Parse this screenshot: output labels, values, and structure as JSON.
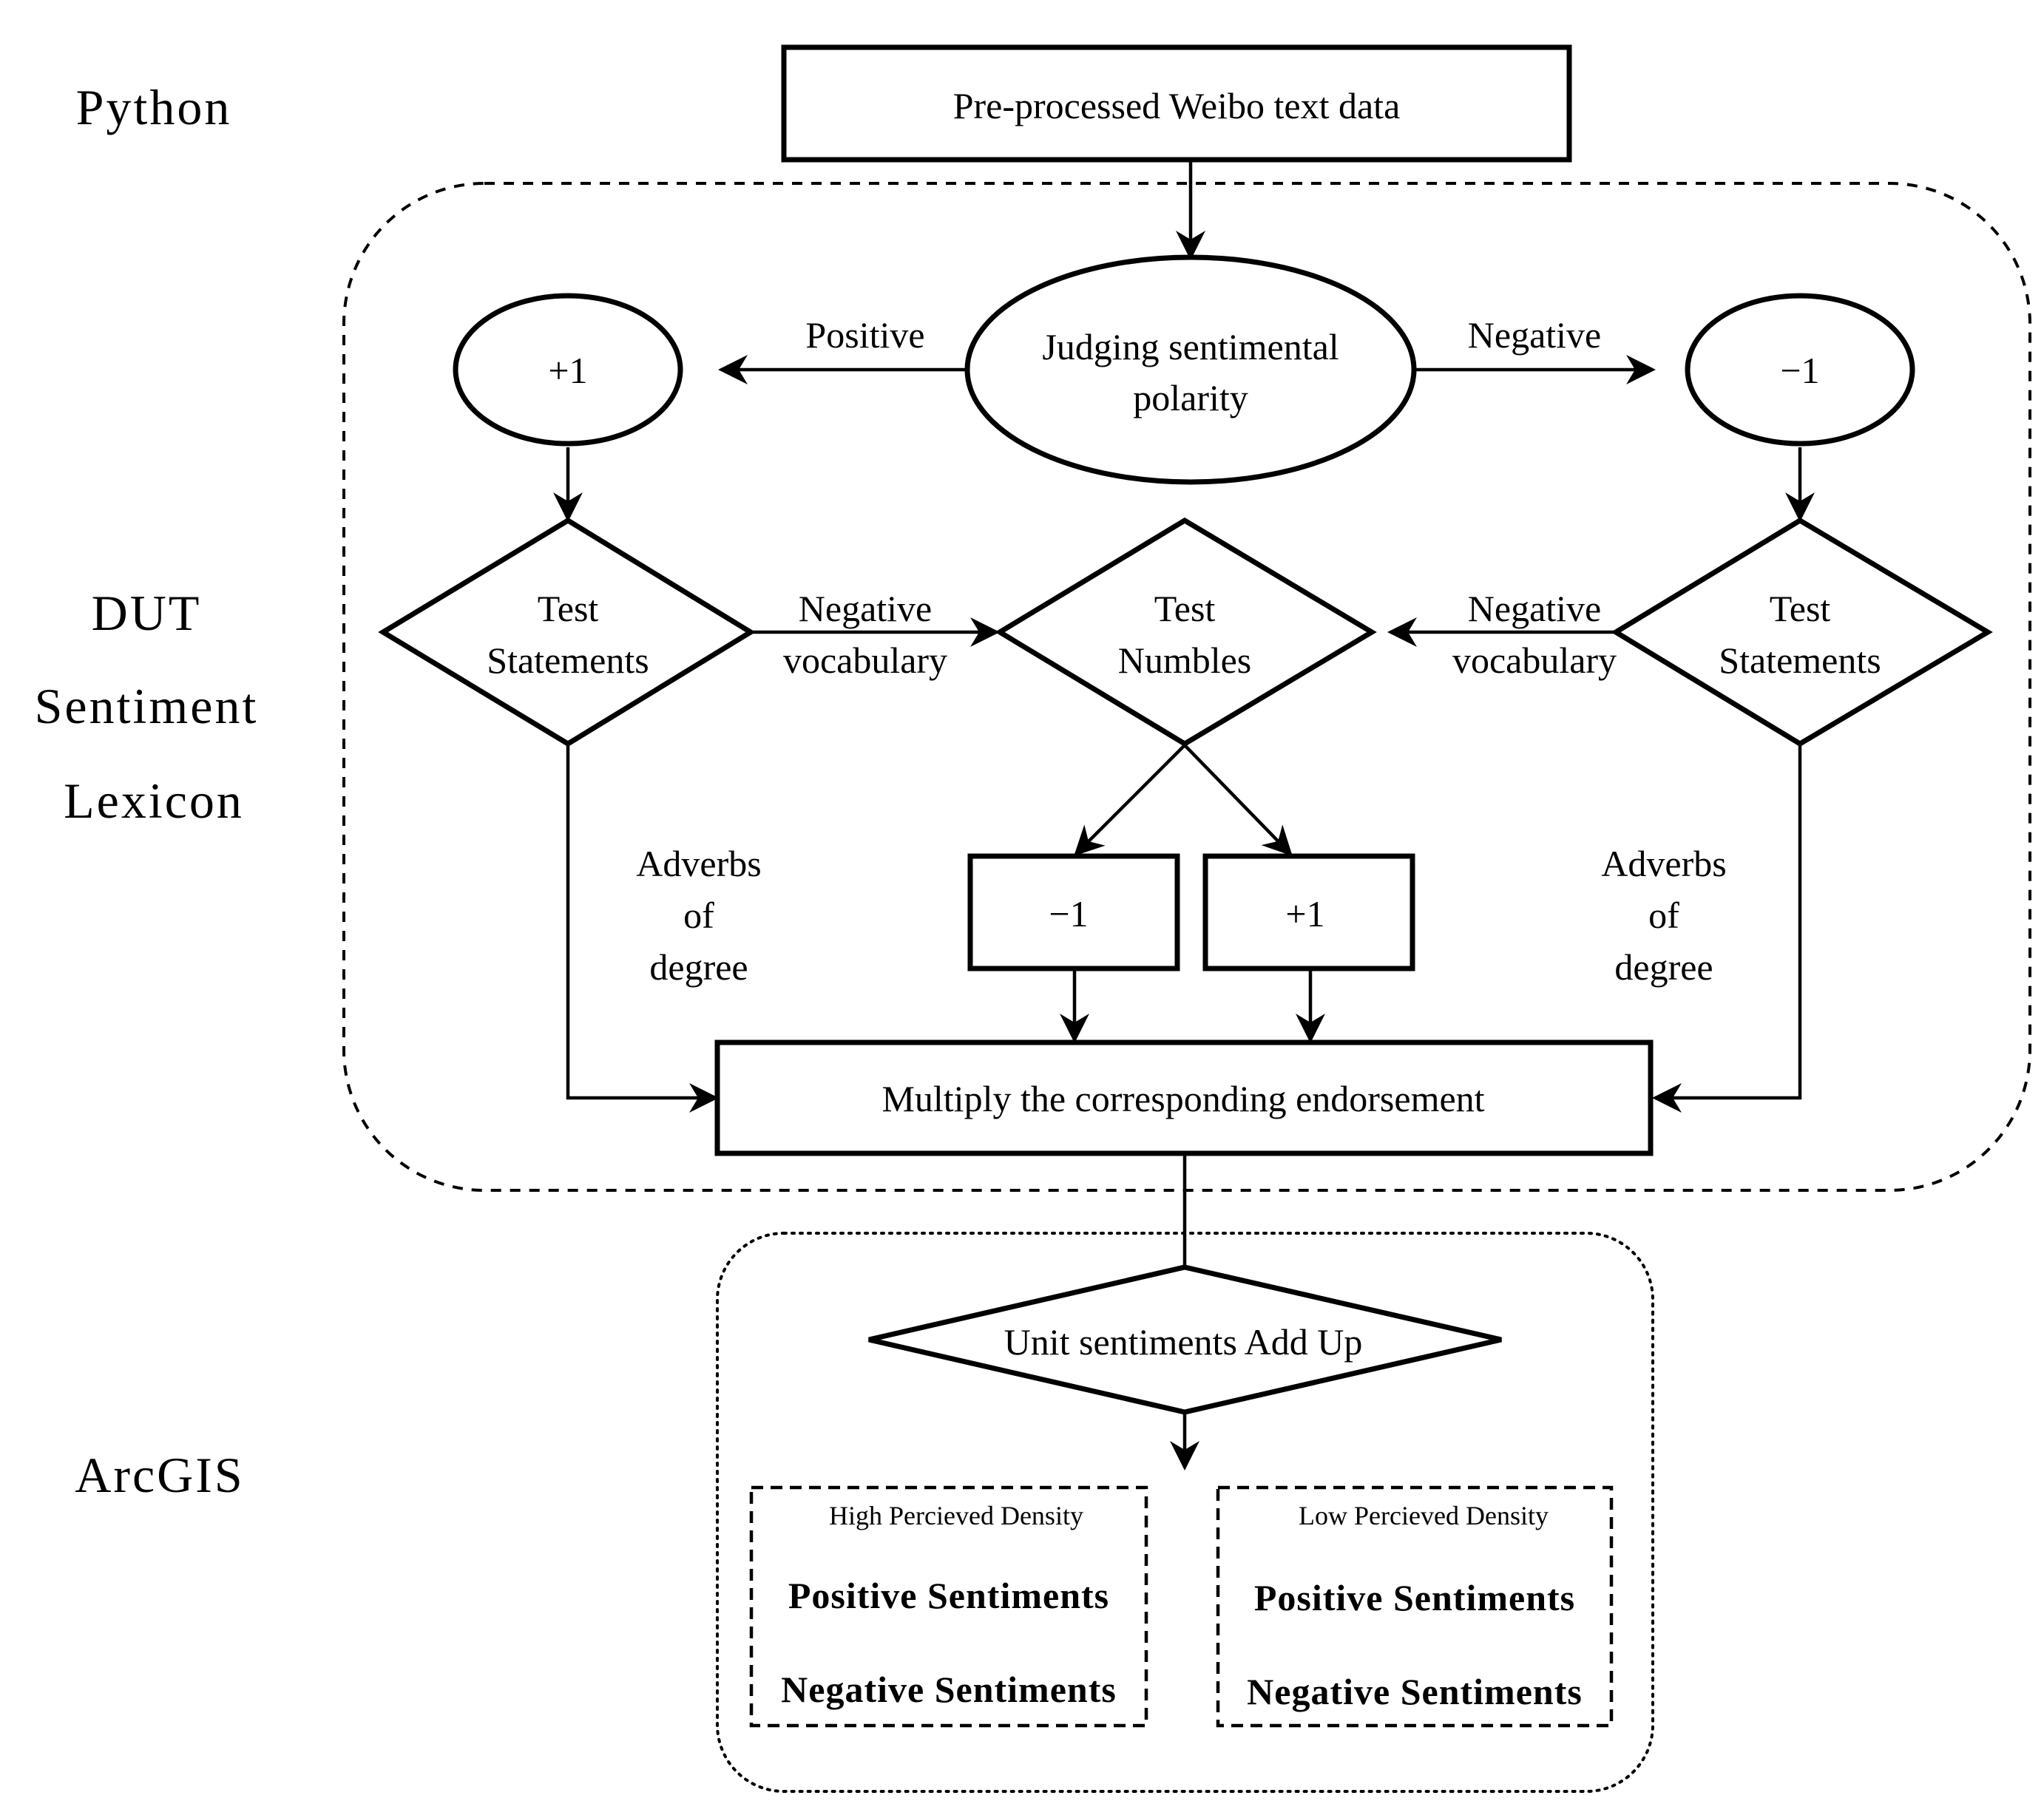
{
  "side_labels": {
    "python": "Python",
    "dut_line1": "DUT",
    "dut_line2": "Sentiment",
    "dut_line3": "Lexicon",
    "arcgis": "ArcGIS"
  },
  "nodes": {
    "input": "Pre-processed Weibo text data",
    "polarity_line1": "Judging sentimental",
    "polarity_line2": "polarity",
    "plus_one_left": "+1",
    "minus_one_right": "−1",
    "test_statements_left_line1": "Test",
    "test_statements_left_line2": "Statements",
    "test_numbles_line1": "Test",
    "test_numbles_line2": "Numbles",
    "test_statements_right_line1": "Test",
    "test_statements_right_line2": "Statements",
    "minus_one_box": "−1",
    "plus_one_box": "+1",
    "multiply": "Multiply the corresponding endorsement",
    "add_up": "Unit sentiments Add Up"
  },
  "edge_labels": {
    "positive": "Positive",
    "negative": "Negative",
    "neg_vocab_left_line1": "Negative",
    "neg_vocab_left_line2": "vocabulary",
    "neg_vocab_right_line1": "Negative",
    "neg_vocab_right_line2": "vocabulary",
    "adverbs_left_line1": "Adverbs",
    "adverbs_left_line2": "of",
    "adverbs_left_line3": "degree",
    "adverbs_right_line1": "Adverbs",
    "adverbs_right_line2": "of",
    "adverbs_right_line3": "degree"
  },
  "outputs": {
    "high": {
      "title": "High Percieved Density",
      "positive": "Positive Sentiments",
      "negative": "Negative Sentiments"
    },
    "low": {
      "title": "Low Percieved Density",
      "positive": "Positive Sentiments",
      "negative": "Negative Sentiments"
    }
  }
}
